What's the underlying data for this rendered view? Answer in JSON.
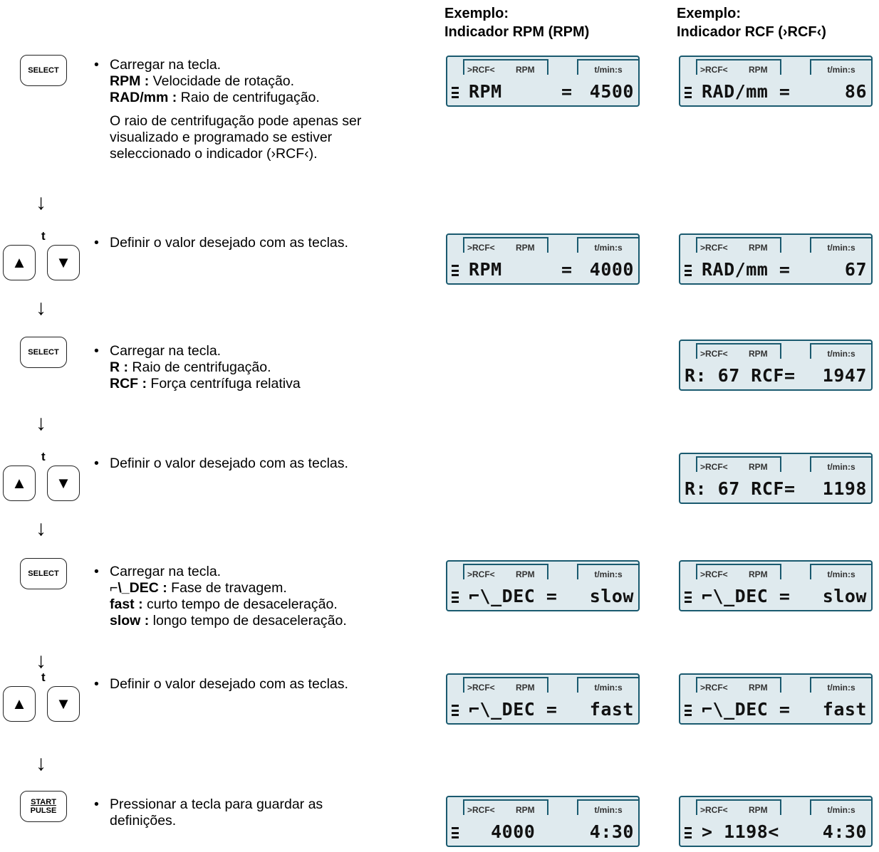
{
  "columns": {
    "rpm": {
      "line1": "Exemplo:",
      "line2": "Indicador RPM (RPM)"
    },
    "rcf": {
      "line1": "Exemplo:",
      "line2": "Indicador RCF (›RCF‹)"
    }
  },
  "keys": {
    "select": "SELECT",
    "start": "START",
    "pulse": "PULSE",
    "t": "t",
    "up": "▲",
    "down": "▼"
  },
  "flow_arrow": "↓",
  "bullet": "•",
  "lcd_tabs": {
    "rcf": ">RCF<",
    "rpm": "RPM",
    "time": "t/min:s"
  },
  "steps": [
    {
      "lines": [
        {
          "plain": "Carregar na tecla."
        },
        {
          "bold": "RPM :",
          "plain": " Velocidade de rotação."
        },
        {
          "bold": "RAD/mm :",
          "plain": " Raio de centrifugação."
        }
      ],
      "para": [
        "O raio de centrifugação pode apenas ser",
        "visualizado e programado se estiver",
        "seleccionado o indicador (›RCF‹)."
      ],
      "lcd_rpm": {
        "left": "RPM",
        "mid": "=",
        "right": "4500"
      },
      "lcd_rcf": {
        "left": "RAD/mm =",
        "right": "86"
      }
    },
    {
      "lines": [
        {
          "plain": "Definir o valor desejado com as teclas."
        }
      ],
      "lcd_rpm": {
        "left": "RPM",
        "mid": "=",
        "right": "4000"
      },
      "lcd_rcf": {
        "left": "RAD/mm =",
        "right": "67"
      }
    },
    {
      "lines": [
        {
          "plain": "Carregar na tecla."
        },
        {
          "bold": "R :",
          "plain": " Raio de centrifugação."
        },
        {
          "bold": "RCF :",
          "plain": " Força centrífuga relativa"
        }
      ],
      "lcd_rcf": {
        "left": "R: 67 RCF=",
        "right": "1947"
      }
    },
    {
      "lines": [
        {
          "plain": "Definir o valor desejado com as teclas."
        }
      ],
      "lcd_rcf": {
        "left": "R: 67 RCF=",
        "right": "1198"
      }
    },
    {
      "lines": [
        {
          "plain": "Carregar na tecla."
        },
        {
          "bold": "⌐\\_DEC :",
          "plain": " Fase de travagem."
        },
        {
          "bold": "fast :",
          "plain": " curto tempo de desaceleração."
        },
        {
          "bold": "slow :",
          "plain": " longo tempo de desaceleração."
        }
      ],
      "lcd_rpm": {
        "left": "⌐\\_DEC =",
        "right": "slow"
      },
      "lcd_rcf": {
        "left": "⌐\\_DEC =",
        "right": "slow"
      }
    },
    {
      "lines": [
        {
          "plain": "Definir o valor desejado com as teclas."
        }
      ],
      "lcd_rpm": {
        "left": "⌐\\_DEC =",
        "right": "fast"
      },
      "lcd_rcf": {
        "left": "⌐\\_DEC =",
        "right": "fast"
      }
    },
    {
      "lines": [
        {
          "plain": "Pressionar a tecla para guardar as"
        },
        {
          "plain": "definições."
        }
      ],
      "lcd_rpm": {
        "left": "  4000",
        "right": "4:30"
      },
      "lcd_rcf": {
        "left": "> 1198<",
        "right": "4:30"
      }
    }
  ]
}
